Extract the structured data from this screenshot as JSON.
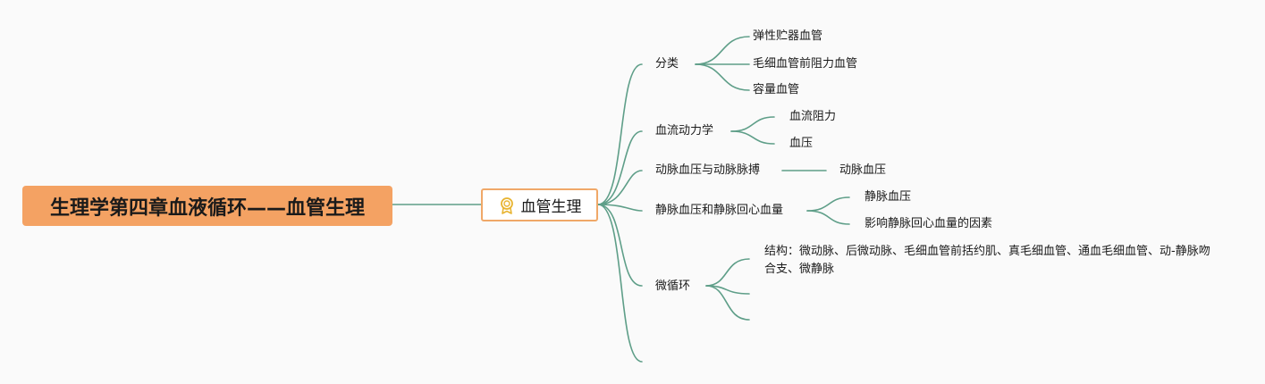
{
  "root": {
    "title": "生理学第四章血液循环——血管生理"
  },
  "main": {
    "label": "血管生理",
    "icon": "award-badge-icon"
  },
  "branches": [
    {
      "label": "分类",
      "children": [
        "弹性贮器血管",
        "毛细血管前阻力血管",
        "容量血管"
      ]
    },
    {
      "label": "血流动力学",
      "children": [
        "血流阻力",
        "血压"
      ]
    },
    {
      "label": "动脉血压与动脉脉搏",
      "children": [
        "动脉血压"
      ]
    },
    {
      "label": "静脉血压和静脉回心血量",
      "children": [
        "静脉血压",
        "影响静脉回心血量的因素"
      ]
    },
    {
      "label": "微循环",
      "children": [
        "结构：微动脉、后微动脉、毛细血管前括约肌、真毛细血管、通血毛细血管、动-静脉吻合支、微静脉"
      ]
    }
  ],
  "colors": {
    "root_fill": "#f4a263",
    "main_border": "#f0a868",
    "connector": "#5e9e88",
    "icon": "#e8b431"
  }
}
